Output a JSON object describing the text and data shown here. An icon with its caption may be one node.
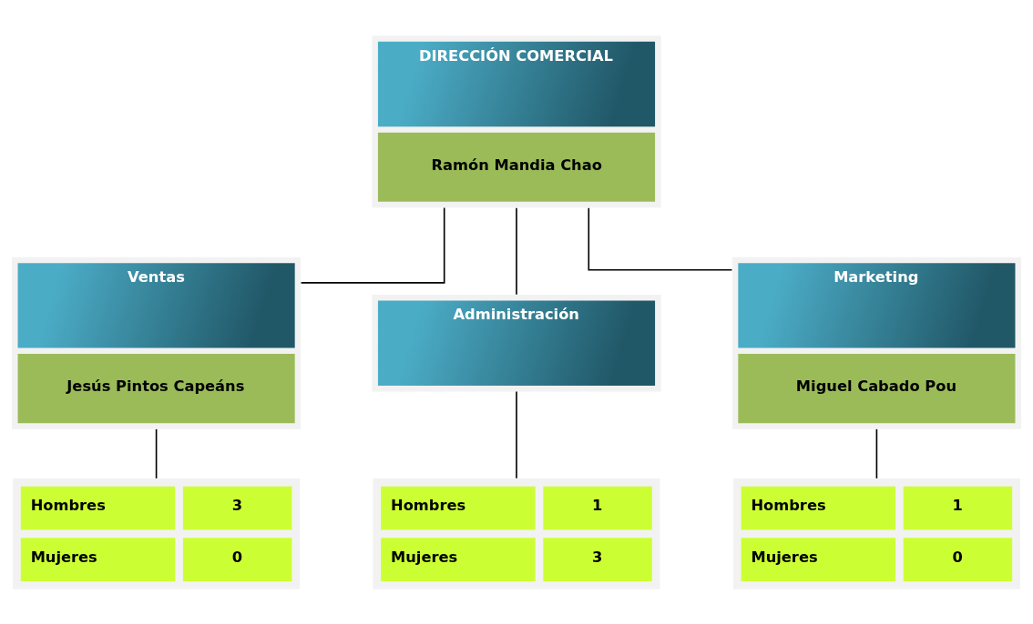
{
  "diagram": {
    "nodes": [
      {
        "text": [
          "DIRECCIÓN COMERCIAL",
          "Ramón Mandia Chao"
        ]
      },
      {
        "text": [
          "Ventas",
          "Jesús Pintos Capeáns"
        ]
      },
      {
        "text": [
          "Administración"
        ]
      },
      {
        "text": [
          "Marketing",
          "Miguel Cabado Pou"
        ]
      },
      {
        "text": [
          "Hombres",
          "3",
          "Mujeres",
          "0"
        ]
      },
      {
        "text": [
          "Hombres",
          "1",
          "Mujeres",
          "3"
        ]
      },
      {
        "text": [
          "Hombres",
          "1",
          "Mujeres",
          "0"
        ]
      }
    ],
    "edges": [
      {
        "from": 0,
        "to": 1,
        "arrow": "none"
      },
      {
        "from": 0,
        "to": 2,
        "arrow": "none"
      },
      {
        "from": 0,
        "to": 3,
        "arrow": "none"
      },
      {
        "from": 1,
        "to": 4,
        "arrow": "none"
      },
      {
        "from": 2,
        "to": 5,
        "arrow": "none"
      },
      {
        "from": 3,
        "to": 6,
        "arrow": "none"
      }
    ]
  }
}
